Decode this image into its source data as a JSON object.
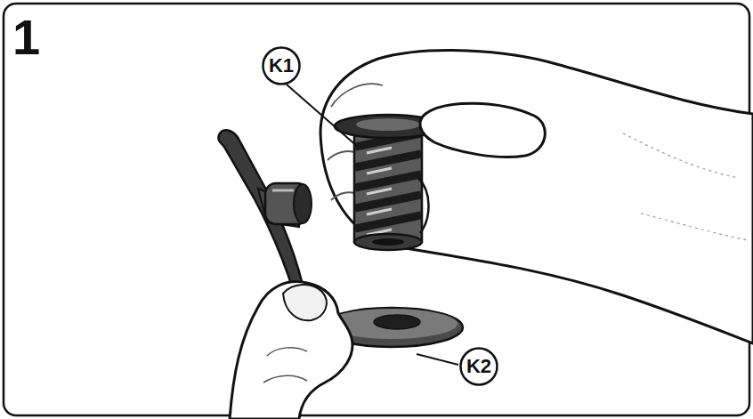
{
  "diagram": {
    "nodes": [
      {
        "text": [
          "K1"
        ]
      },
      {
        "text": [
          "K2"
        ]
      }
    ],
    "labels": [
      "1"
    ]
  }
}
